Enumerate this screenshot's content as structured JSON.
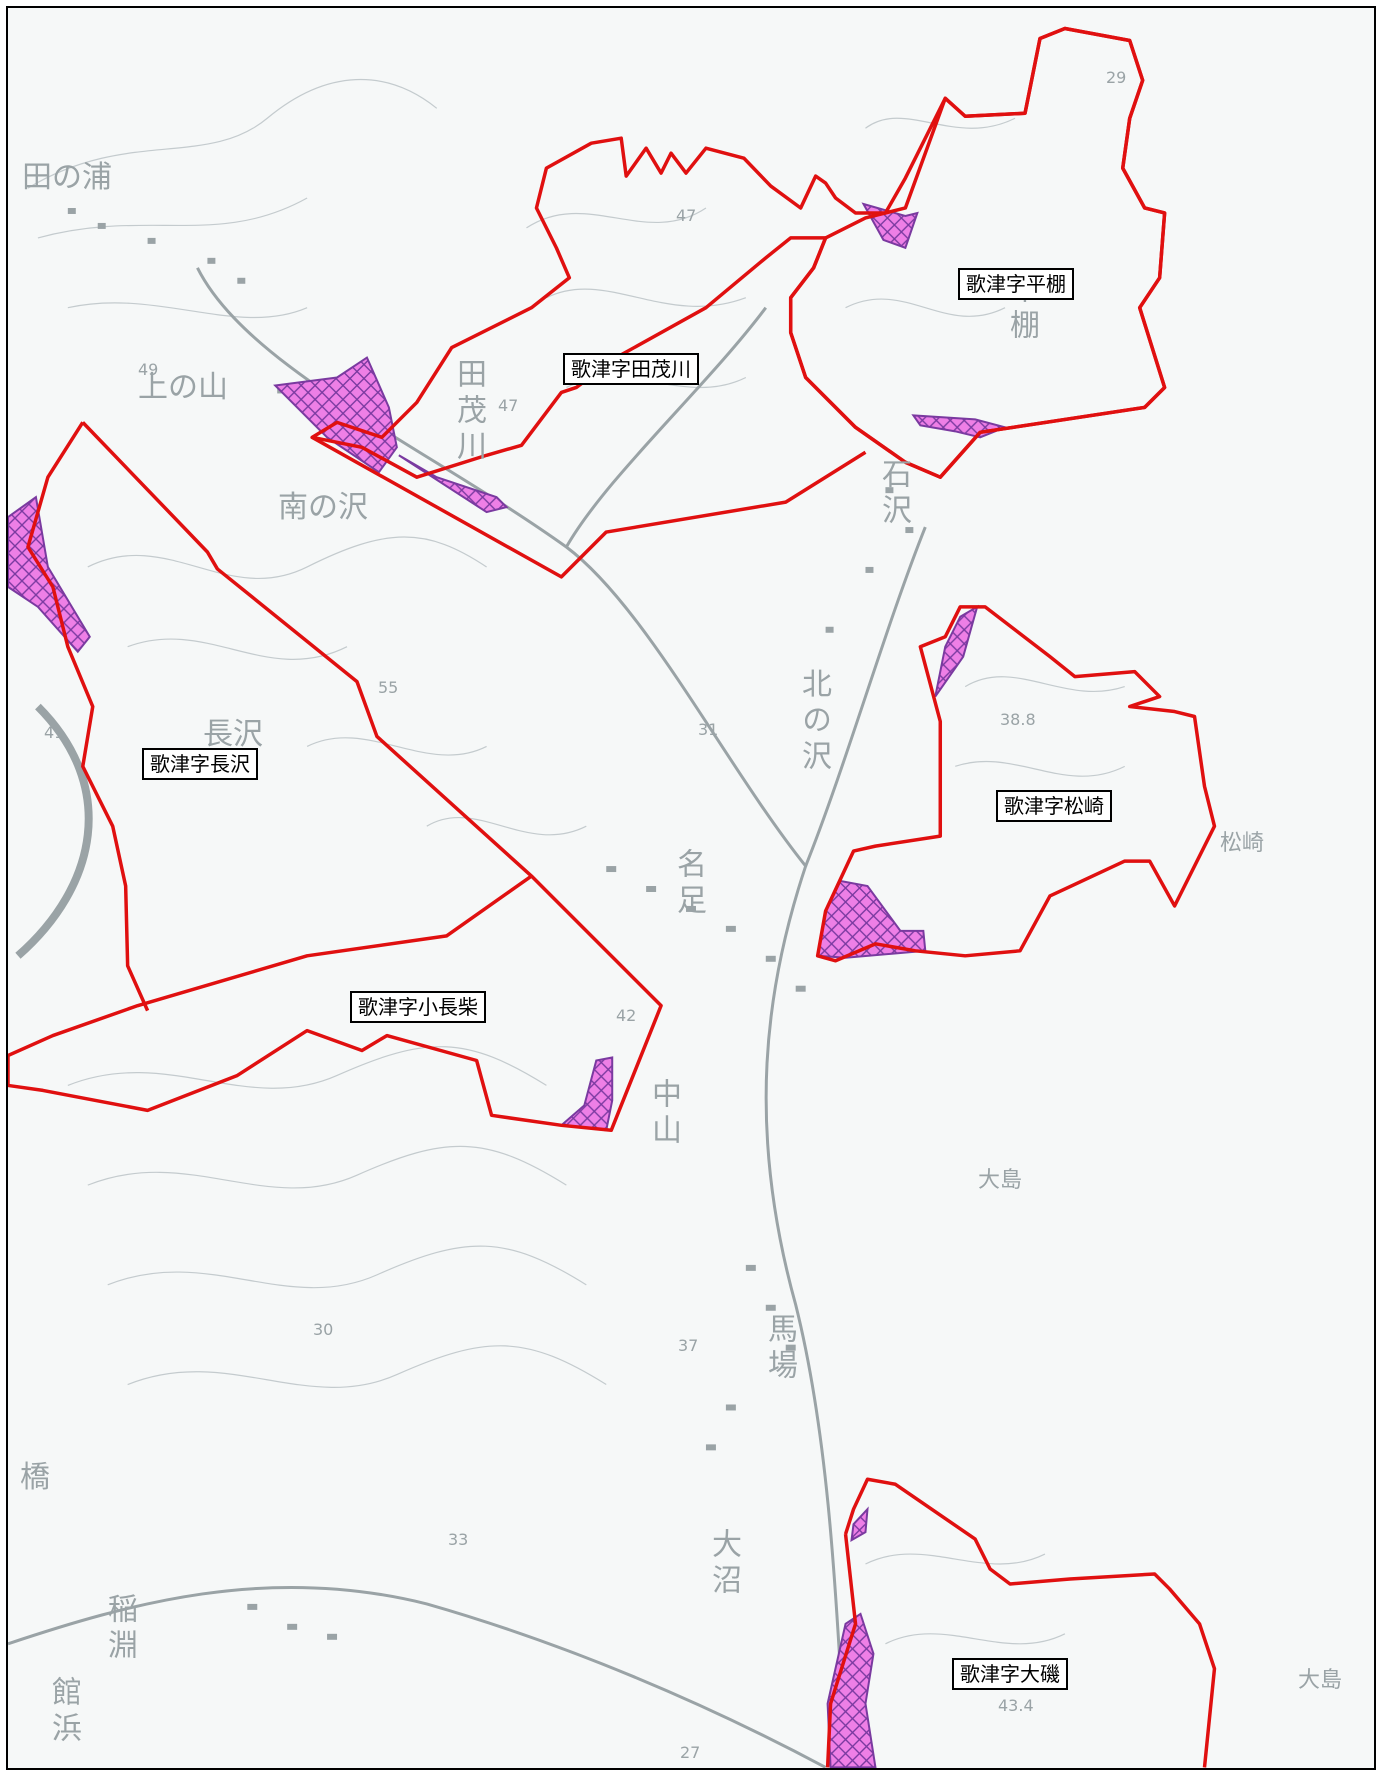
{
  "regions": [
    {
      "id": "tamogawa",
      "label": "歌津字田茂川"
    },
    {
      "id": "hiratana",
      "label": "歌津字平棚"
    },
    {
      "id": "nagasawa",
      "label": "歌津字長沢"
    },
    {
      "id": "matsuzaki",
      "label": "歌津字松崎"
    },
    {
      "id": "konagashiba",
      "label": "歌津字小長柴"
    },
    {
      "id": "ooiso",
      "label": "歌津字大磯"
    }
  ],
  "place_names": {
    "tanoura": "田の浦",
    "kaminoyama": "上の山",
    "tamogawa": "田茂川",
    "minaminosawa": "南の沢",
    "kitanosawa": "北の沢",
    "ishizawa": "石沢",
    "hiratana": "平棚",
    "matsuzaki": "松崎",
    "nagasawa": "長沢",
    "nakayama": "中山",
    "nagashi": "名足",
    "ooshima1": "大島",
    "ooshima2": "大島",
    "baba": "馬場",
    "oonuma": "大沼",
    "hashi": "橋",
    "inabuchi": "稲淵",
    "tatehama": "館浜"
  },
  "elevations": {
    "e47a": "47",
    "e47b": "47",
    "e29": "29",
    "e49": "49",
    "e55": "55",
    "e31": "31",
    "e388": "38.8",
    "e42": "42",
    "e30": "30",
    "e37": "37",
    "e33": "33",
    "e27": "27",
    "e434": "43.4",
    "e41": "41"
  },
  "colors": {
    "boundary": "#e01010",
    "hazard_fill": "#e878e0",
    "hazard_edge": "#7a3aa0",
    "basemap": "#b4bcbf"
  }
}
